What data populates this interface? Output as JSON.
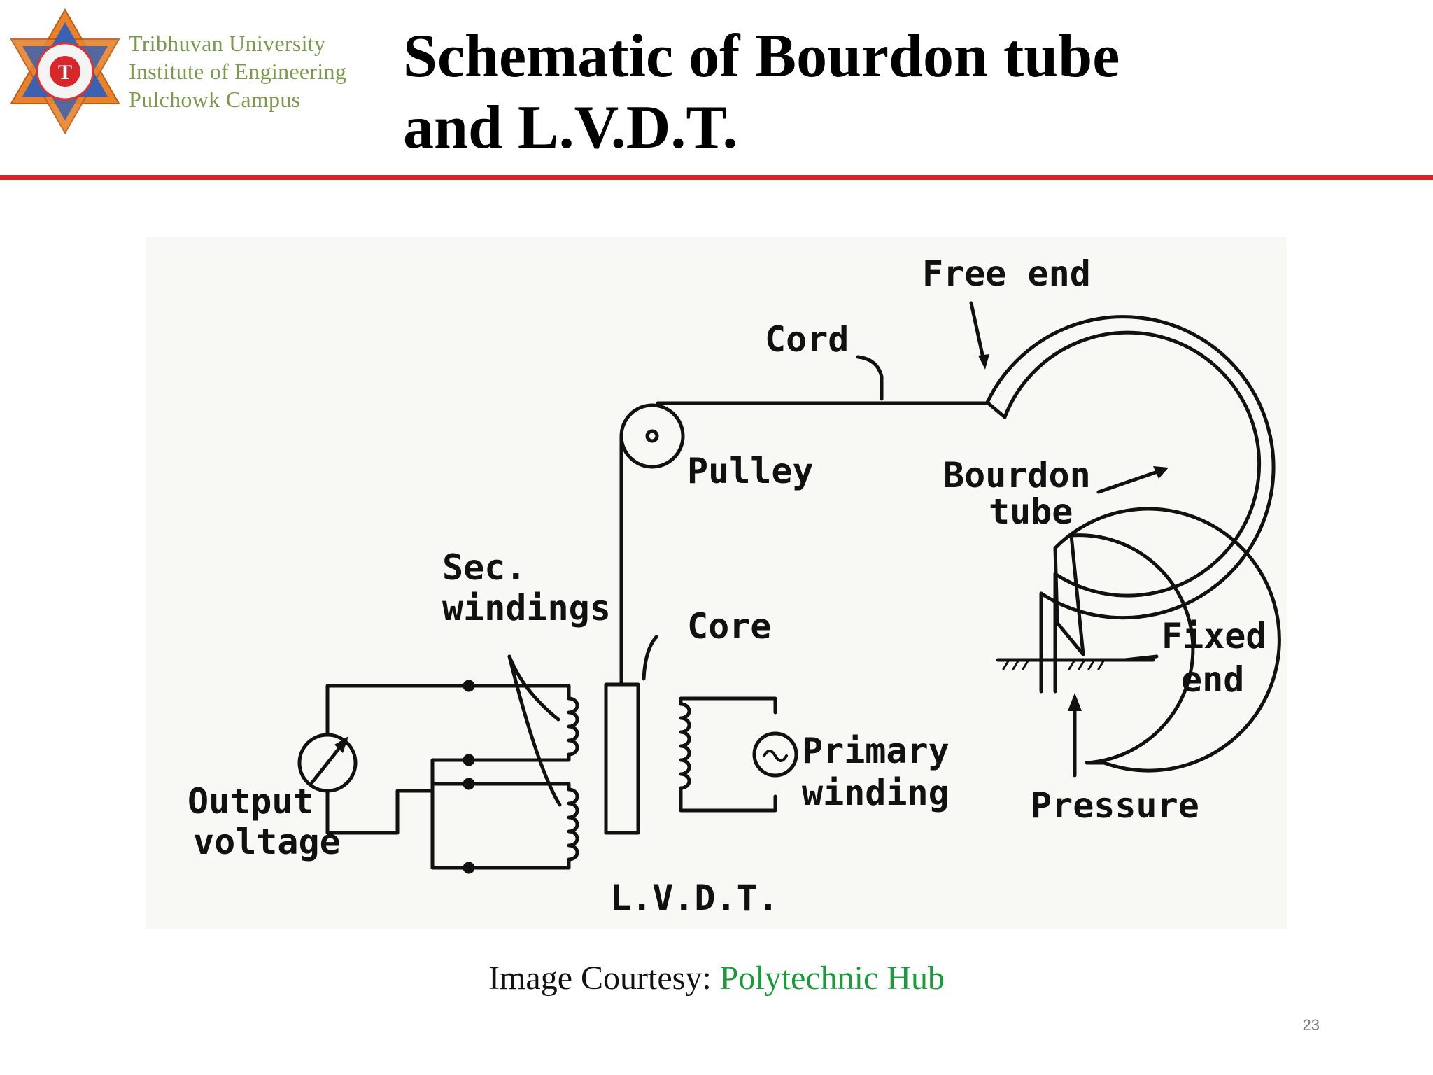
{
  "header": {
    "institution": [
      "Tribhuvan University",
      "Institute of Engineering",
      "Pulchowk Campus"
    ],
    "title_lines": [
      "Schematic of Bourdon tube",
      "and L.V.D.T."
    ]
  },
  "diagram": {
    "labels": {
      "free_end": "Free end",
      "cord": "Cord",
      "pulley": "Pulley",
      "bourdon_tube_1": "Bourdon",
      "bourdon_tube_2": "tube",
      "sec_windings_1": "Sec.",
      "sec_windings_2": "windings",
      "core": "Core",
      "fixed_end_1": "Fixed",
      "fixed_end_2": "end",
      "primary_winding_1": "Primary",
      "primary_winding_2": "winding",
      "output_voltage_1": "Output",
      "output_voltage_2": "voltage",
      "pressure": "Pressure",
      "lvdt": "L.V.D.T."
    }
  },
  "footer": {
    "courtesy_prefix": "Image Courtesy: ",
    "courtesy_source": "Polytechnic Hub",
    "page_number": "23"
  },
  "colors": {
    "rule": "#e41e1e",
    "institution_text": "#7a9a4a",
    "courtesy_link": "#1a9a3a"
  }
}
